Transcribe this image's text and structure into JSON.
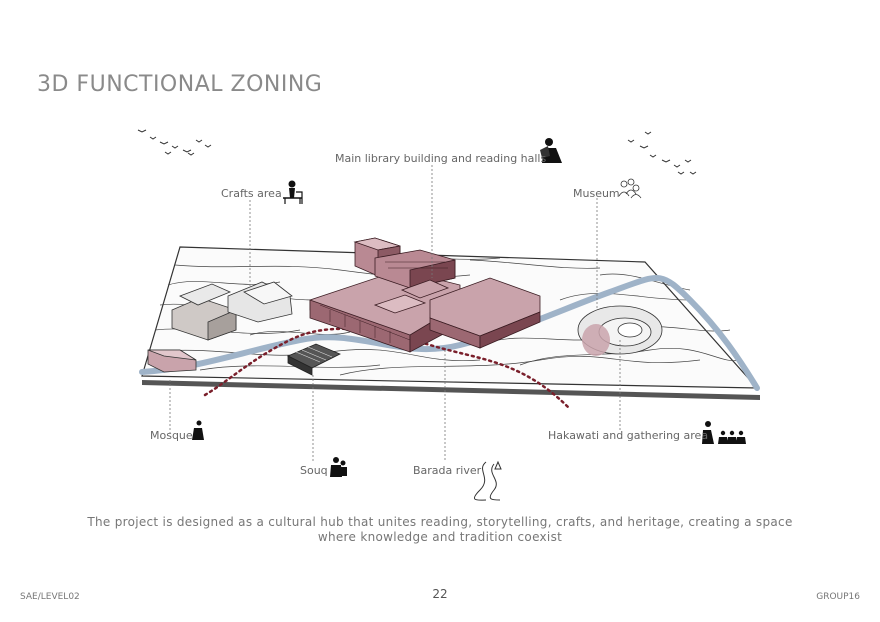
{
  "title": "3D FUNCTIONAL ZONING",
  "labels": {
    "library": "Main library building and reading halls",
    "crafts": "Crafts area",
    "museum": "Museum",
    "mosque": "Mosque",
    "hakawati": "Hakawati and gathering area",
    "souq": "Souq",
    "river": "Barada river"
  },
  "icons": {
    "library": "reading-person-icon",
    "crafts": "craftsman-icon",
    "museum": "group-of-people-icon",
    "mosque": "praying-person-icon",
    "hakawati": "storyteller-audience-icon",
    "souq": "shoppers-icon",
    "river": "river-squiggle-icon"
  },
  "caption_line1": "The project is designed as a cultural hub that unites reading, storytelling, crafts, and heritage, creating a space",
  "caption_line2": "where knowledge and tradition coexist",
  "footer": {
    "left": "SAE/LEVEL02",
    "page": "22",
    "right": "GROUP16"
  },
  "colors": {
    "building": "#c9a3ab",
    "building_dark": "#6e3a44",
    "river": "#9fb3c8",
    "path": "#7a1f2b",
    "title": "#8a8a8a"
  }
}
